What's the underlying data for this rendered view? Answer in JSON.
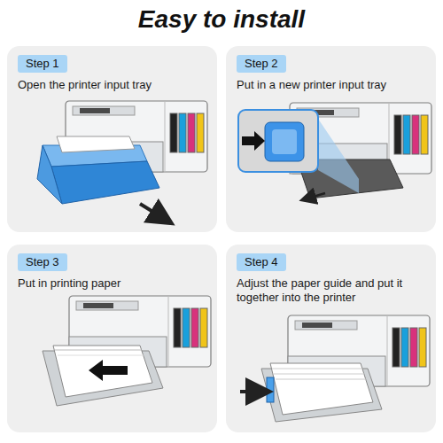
{
  "diagram": {
    "title": "Easy to install",
    "nodes": [
      {
        "text": [
          "Open the printer input tray"
        ]
      },
      {
        "text": [
          "Step 1"
        ],
        "in": 0
      },
      {
        "text": [
          "Put in a new printer input tray"
        ]
      },
      {
        "text": [
          "Step 2"
        ],
        "in": 2
      },
      {
        "text": [
          "Put in printing paper"
        ]
      },
      {
        "text": [
          "Step 3"
        ],
        "in": 4
      },
      {
        "text": [
          "Adjust the paper guide and put it together into the printer"
        ]
      },
      {
        "text": [
          "Step 4"
        ],
        "in": 6
      }
    ]
  }
}
